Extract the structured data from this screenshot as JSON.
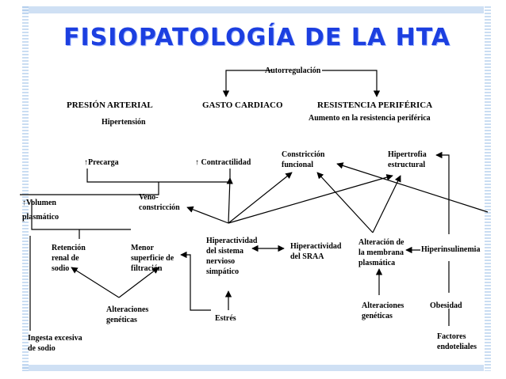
{
  "title": "FISIOPATOLOGÍA DE LA HTA",
  "labels": {
    "autorregulacion": "Autorregulación",
    "presion_arterial": "PRESIÓN ARTERIAL",
    "gasto_cardiaco": "GASTO CARDIACO",
    "resistencia_periferica": "RESISTENCIA PERIFÉRICA",
    "hipertension": "Hipertensión",
    "aumento_resistencia": "Aumento en la resistencia periférica",
    "precarga": "↑Precarga",
    "contractilidad": "↑ Contractilidad",
    "constriccion_1": "Constricción",
    "constriccion_2": "funcional",
    "hipertrofia_1": "Hipertrofia",
    "hipertrofia_2": "estructural",
    "volumen_1": "↑Volumen",
    "volumen_2": "plasmático",
    "veno_1": "Veno-",
    "veno_2": "constricción",
    "retencion_1": "Retención",
    "retencion_2": "renal de",
    "retencion_3": "sodio",
    "menor_1": "Menor",
    "menor_2": "superficie de",
    "menor_3": "filtración",
    "hiperact_symp_1": "Hiperactividad",
    "hiperact_symp_2": "del sistema",
    "hiperact_symp_3": "nervioso",
    "hiperact_symp_4": "simpático",
    "hiperact_sraa_1": "Hiperactividad",
    "hiperact_sraa_2": "del SRAA",
    "alteracion_mem_1": "Alteración de",
    "alteracion_mem_2": "la membrana",
    "alteracion_mem_3": "plasmática",
    "hiperinsulinemia": "Hiperinsulinemia",
    "alt_gen_left_1": "Alteraciones",
    "alt_gen_left_2": "genéticas",
    "estres": "Estrés",
    "alt_gen_right_1": "Alteraciones",
    "alt_gen_right_2": "genéticas",
    "obesidad": "Obesidad",
    "ingesta_1": "Ingesta excesiva",
    "ingesta_2": "de  sodio",
    "factores_1": "Factores",
    "factores_2": "endoteliales"
  }
}
